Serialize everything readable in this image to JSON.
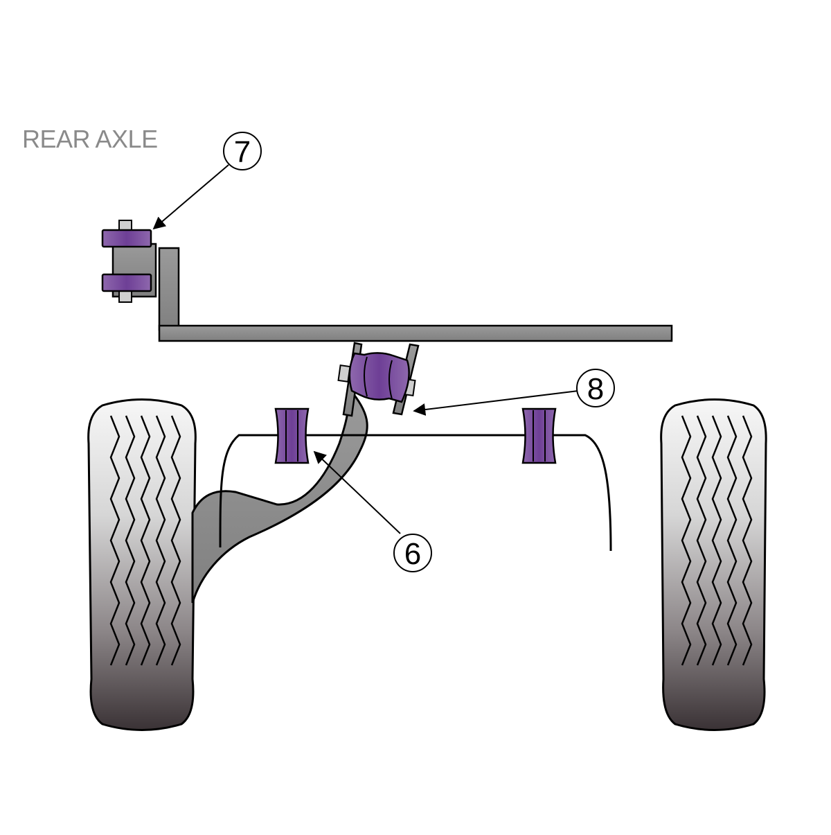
{
  "title": "REAR AXLE",
  "callouts": {
    "c7": "7",
    "c8": "8",
    "c6": "6"
  },
  "colors": {
    "bushing_purple": "#6e3f96",
    "bushing_light": "#b79ccc",
    "metal_gray": "#8f8f8f",
    "tyre_dark": "#3a3235",
    "outline": "#000000",
    "text_gray": "#8a8a8a"
  }
}
